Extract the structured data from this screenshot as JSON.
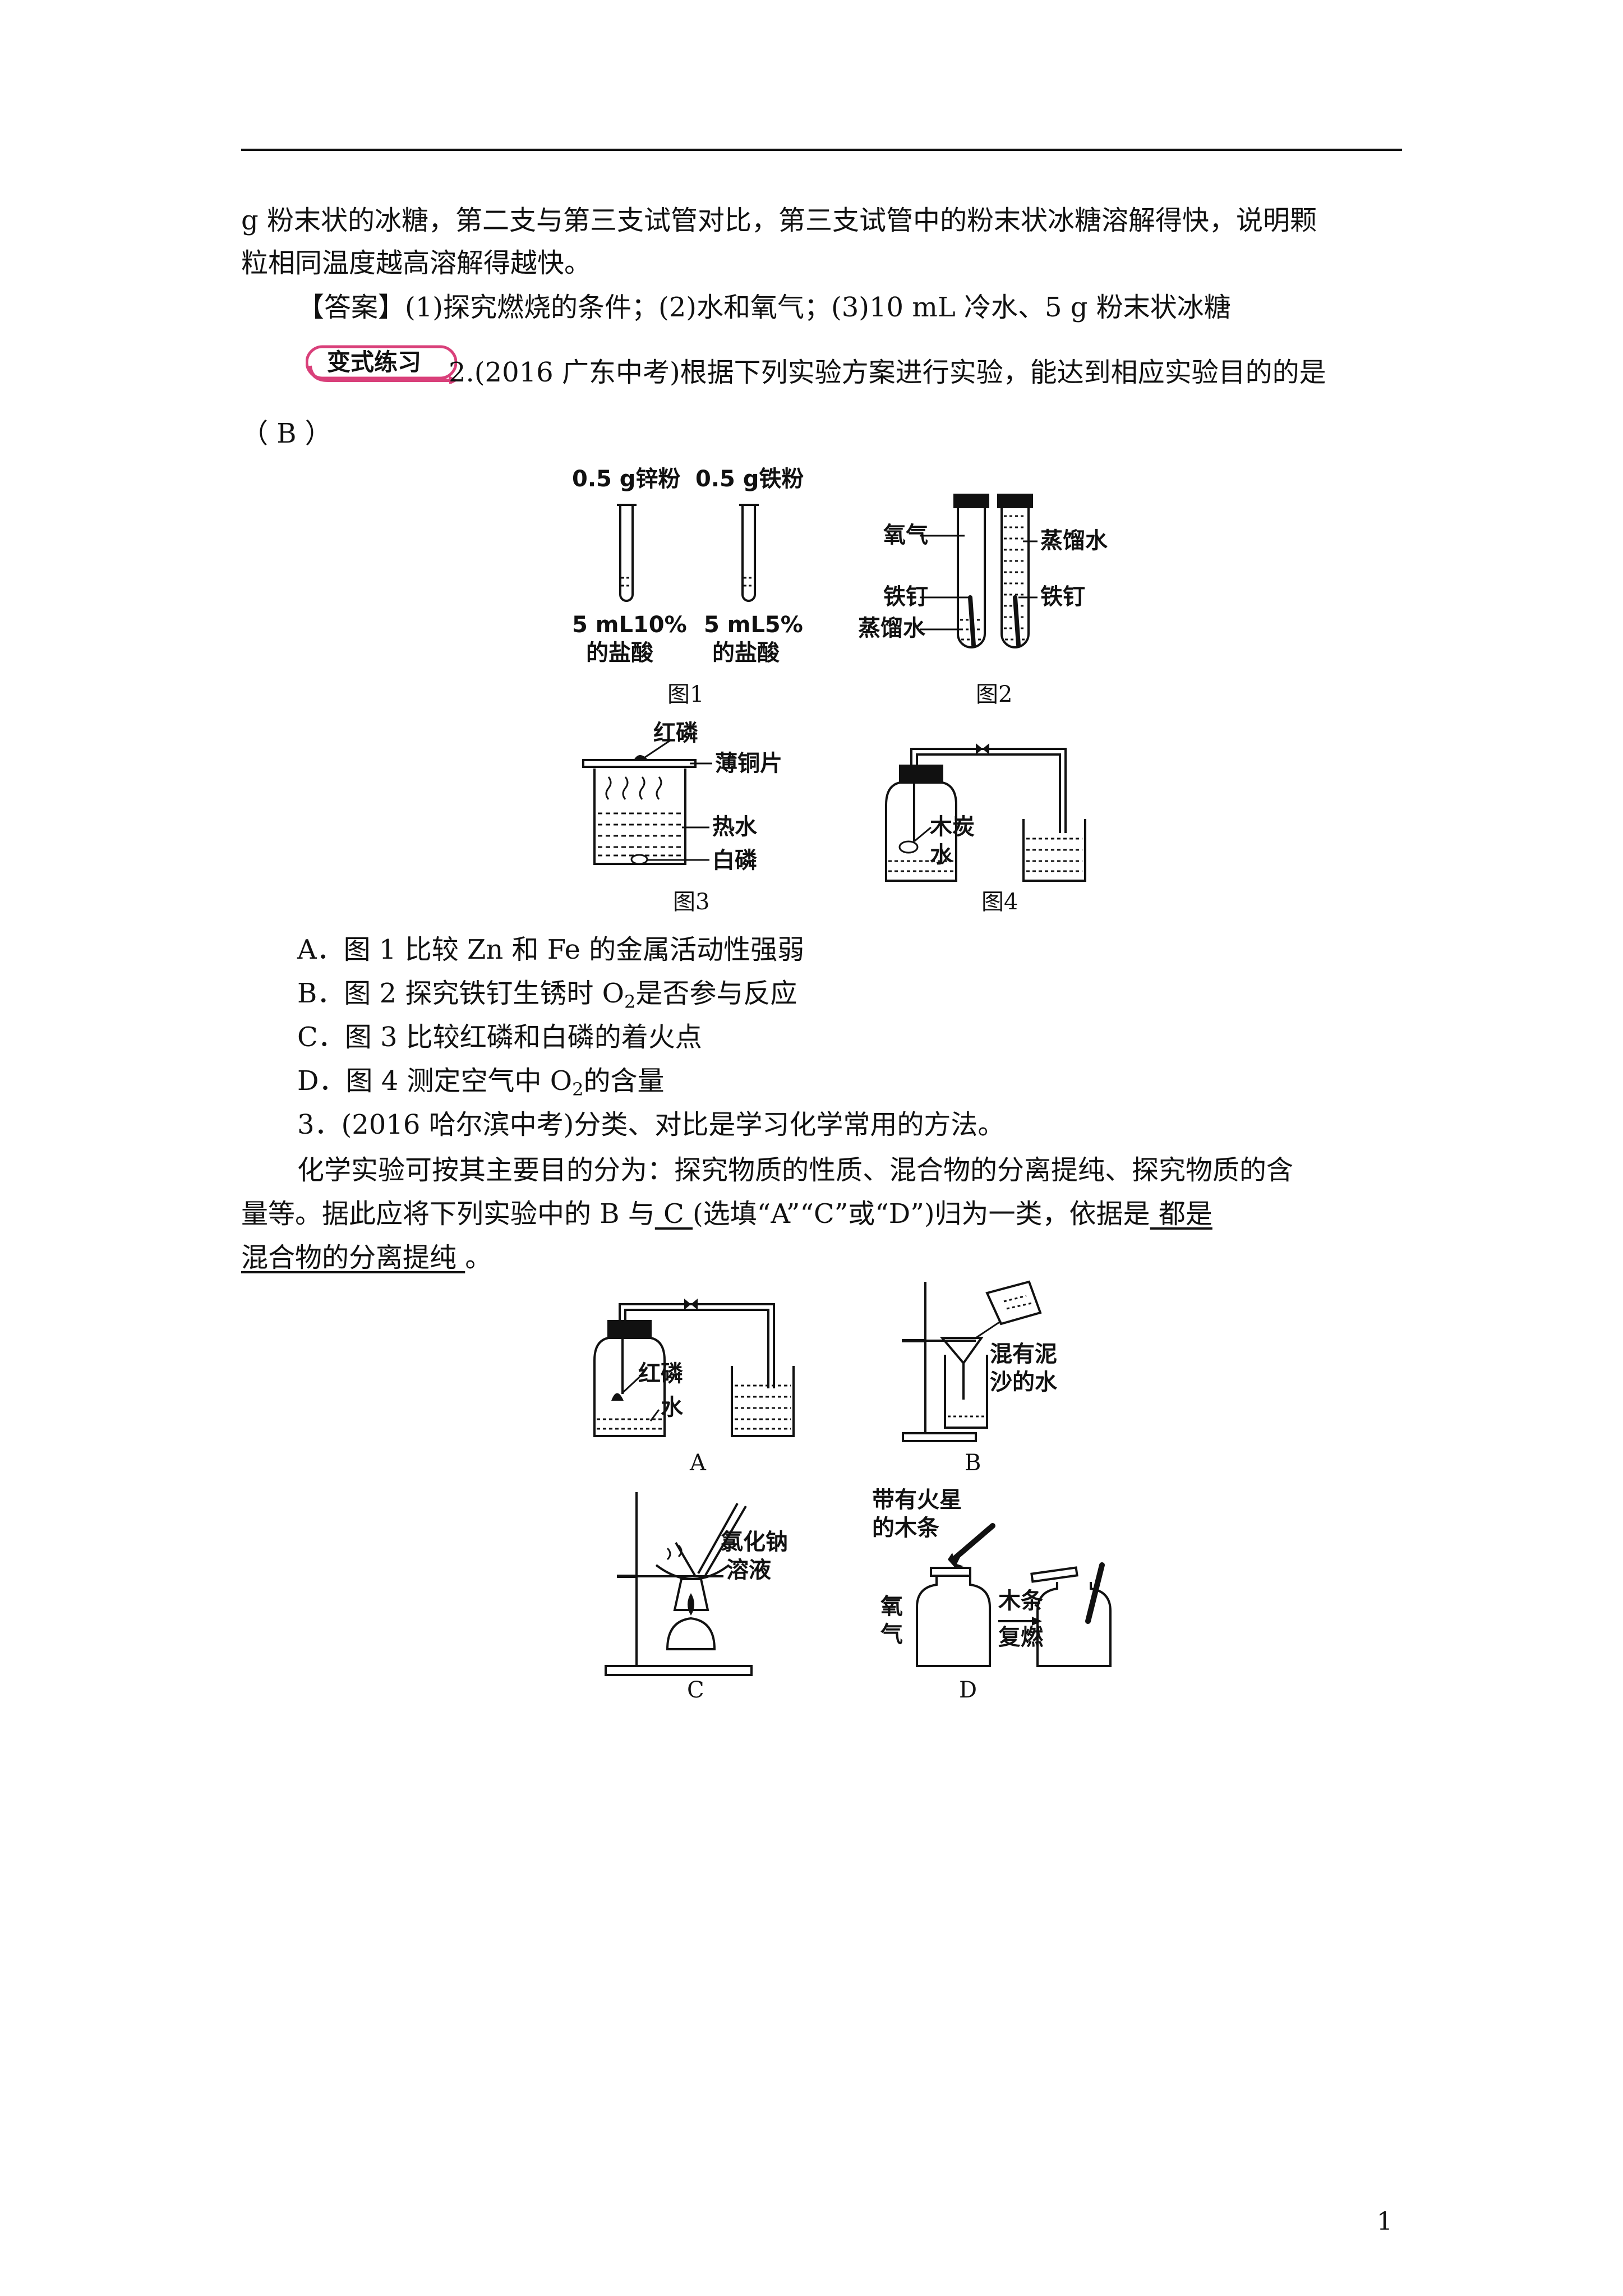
{
  "lines": {
    "l1": "g 粉末状的冰糖，第二支与第三支试管对比，第三支试管中的粉末状冰糖溶解得快，说明颗",
    "l2": "粒相同温度越高溶解得越快。",
    "answer": "【答案】(1)探究燃烧的条件；(2)水和氧气；(3)10 mL 冷水、5 g 粉末状冰糖",
    "variant_tag": "变式练习",
    "q2": "2.(2016 广东中考)根据下列实验方案进行实验，能达到相应实验目的的是",
    "q2_answer": "（  B  ）",
    "q3": "3．(2016 哈尔滨中考)分类、对比是学习化学常用的方法。",
    "q3_p1": "化学实验可按其主要目的分为：探究物质的性质、混合物的分离提纯、探究物质的含",
    "q3_p2a": "量等。据此应将下列实验中的 B 与",
    "q3_blank1": "  C  ",
    "q3_p2b": "(选填“A”“C”或“D”)归为一类，依据是",
    "q3_blank2a": "  都是",
    "q3_blank2b": "混合物的分离提纯  ",
    "q3_end": "。"
  },
  "options": {
    "A": "A．图 1 比较 Zn 和 Fe 的金属活动性强弱",
    "B_pre": "B．图 2 探究铁钉生锈时 O",
    "B_sub": "2",
    "B_post": "是否参与反应",
    "C": "C．图 3 比较红磷和白磷的着火点",
    "D_pre": "D．图 4 测定空气中 O",
    "D_sub": "2",
    "D_post": "的含量"
  },
  "fig1": {
    "label_left_top": "0.5 g锌粉",
    "label_right_top": "0.5 g铁粉",
    "label_left_bottom1": "5 mL10%",
    "label_left_bottom2": "的盐酸",
    "label_right_bottom1": "5 mL5%",
    "label_right_bottom2": "的盐酸",
    "caption": "图1"
  },
  "fig2": {
    "oxygen": "氧气",
    "nail_left": "铁钉",
    "water_left": "蒸馏水",
    "water_right": "蒸馏水",
    "nail_right": "铁钉",
    "caption": "图2"
  },
  "fig3": {
    "red_p": "红磷",
    "copper": "薄铜片",
    "hot_water": "热水",
    "white_p": "白磷",
    "caption": "图3"
  },
  "fig4": {
    "charcoal": "木炭",
    "water": "水",
    "caption": "图4"
  },
  "figA": {
    "red_p": "红磷",
    "water": "水",
    "caption": "A"
  },
  "figB": {
    "label1": "混有泥",
    "label2": "沙的水",
    "caption": "B"
  },
  "figC": {
    "label1": "氯化钠",
    "label2": "溶液",
    "caption": "C"
  },
  "figD": {
    "top1": "带有火星",
    "top2": "的木条",
    "oxy1": "氧",
    "oxy2": "气",
    "arrow1": "木条",
    "arrow2": "复燃",
    "caption": "D"
  },
  "page_number": "1",
  "colors": {
    "tag_pink": "#d9407a"
  }
}
